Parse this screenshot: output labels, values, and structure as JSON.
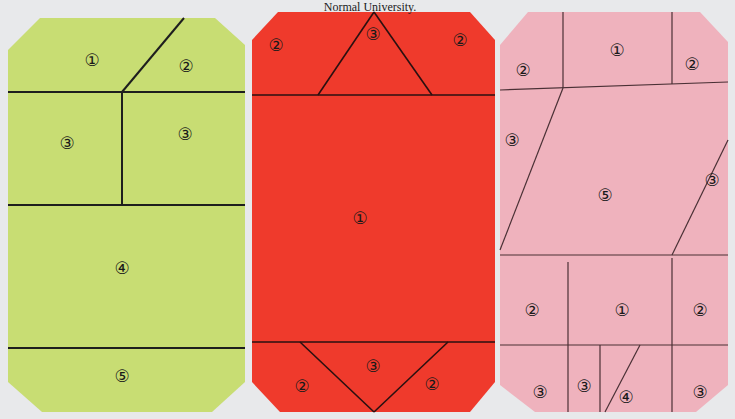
{
  "diagram": {
    "labels": [
      "Normal University.",
      "①",
      "②",
      "③",
      "③",
      "④",
      "⑤",
      "②",
      "③",
      "②",
      "①",
      "③",
      "②",
      "②",
      "②",
      "①",
      "②",
      "③",
      "⑤",
      "③",
      "②",
      "①",
      "②",
      "③",
      "③",
      "④",
      "③"
    ]
  }
}
